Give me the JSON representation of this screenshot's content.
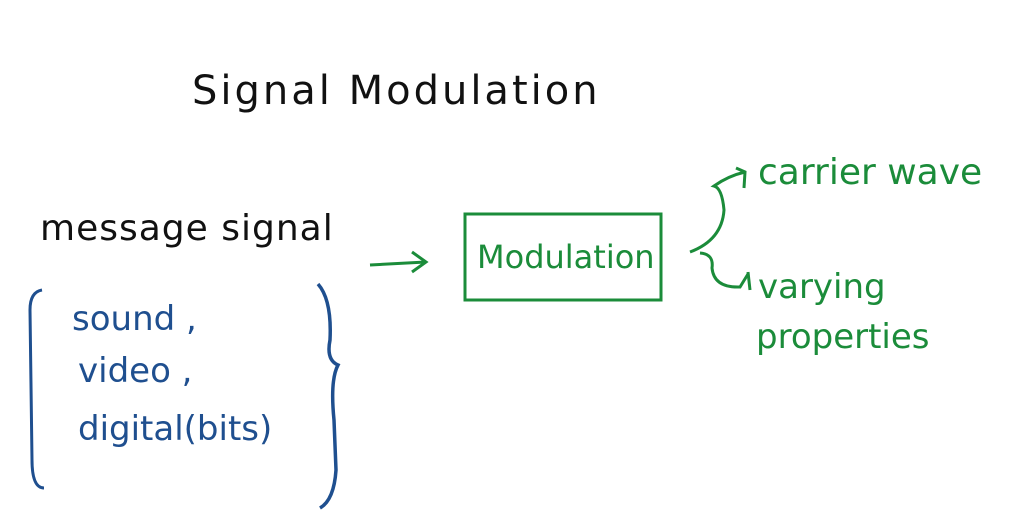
{
  "title": "Signal Modulation",
  "message_label": "message signal",
  "examples": [
    "sound ,",
    "video ,",
    "digital(bits)"
  ],
  "box_label": "Modulation",
  "outputs": [
    "carrier wave",
    "varying",
    "properties"
  ],
  "colors": {
    "black": "#111111",
    "blue": "#1f4f8f",
    "green": "#1b8c3a"
  }
}
